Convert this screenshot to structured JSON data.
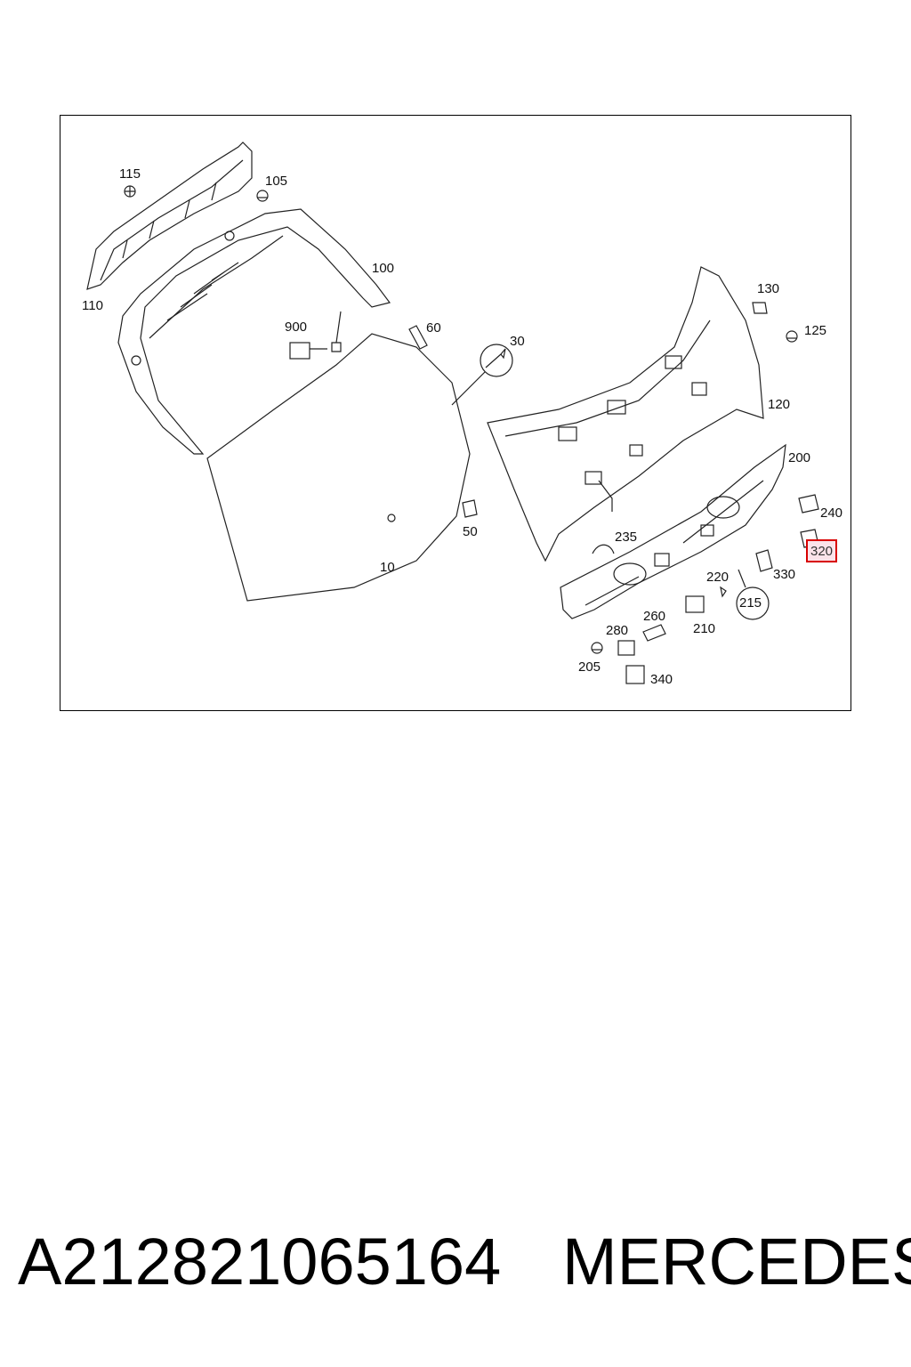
{
  "diagram": {
    "callouts": [
      {
        "id": "115",
        "label": "115"
      },
      {
        "id": "105",
        "label": "105"
      },
      {
        "id": "100",
        "label": "100"
      },
      {
        "id": "110",
        "label": "110"
      },
      {
        "id": "900",
        "label": "900"
      },
      {
        "id": "60",
        "label": "60"
      },
      {
        "id": "30",
        "label": "30"
      },
      {
        "id": "130",
        "label": "130"
      },
      {
        "id": "125",
        "label": "125"
      },
      {
        "id": "120",
        "label": "120"
      },
      {
        "id": "200",
        "label": "200"
      },
      {
        "id": "240",
        "label": "240"
      },
      {
        "id": "320",
        "label": "320",
        "highlighted": true
      },
      {
        "id": "235",
        "label": "235"
      },
      {
        "id": "330",
        "label": "330"
      },
      {
        "id": "220",
        "label": "220"
      },
      {
        "id": "215",
        "label": "215"
      },
      {
        "id": "50",
        "label": "50"
      },
      {
        "id": "10",
        "label": "10"
      },
      {
        "id": "260",
        "label": "260"
      },
      {
        "id": "280",
        "label": "280"
      },
      {
        "id": "210",
        "label": "210"
      },
      {
        "id": "205",
        "label": "205"
      },
      {
        "id": "340",
        "label": "340"
      }
    ],
    "highlight_color": "#d80000"
  },
  "footer": {
    "part_number": "A212821065164",
    "brand": "MERCEDES"
  }
}
